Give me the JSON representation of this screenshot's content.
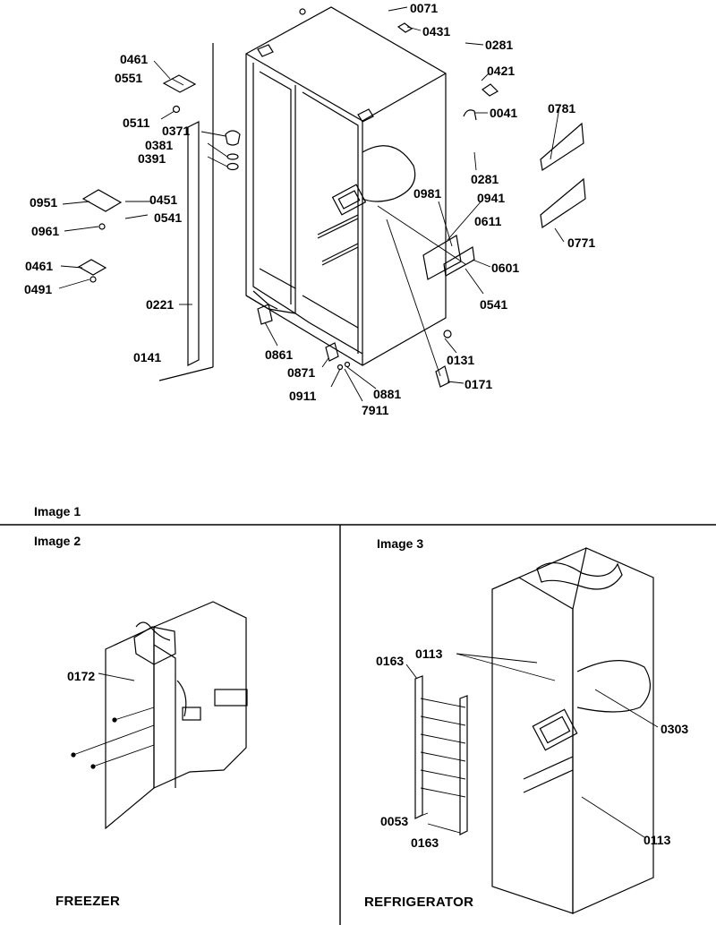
{
  "image1": {
    "caption": "Image 1",
    "parts": [
      "0071",
      "0431",
      "0281",
      "0461",
      "0551",
      "0421",
      "0041",
      "0511",
      "0371",
      "0781",
      "0381",
      "0391",
      "0281",
      "0951",
      "0451",
      "0981",
      "0941",
      "0541",
      "0611",
      "0961",
      "0771",
      "0461",
      "0601",
      "0491",
      "0541",
      "0221",
      "0861",
      "0131",
      "0141",
      "0871",
      "0911",
      "0881",
      "0171",
      "7911"
    ]
  },
  "image2": {
    "caption": "Image 2",
    "section_title": "FREEZER",
    "parts": [
      "0172"
    ]
  },
  "image3": {
    "caption": "Image 3",
    "section_title": "REFRIGERATOR",
    "parts": [
      "0163",
      "0113",
      "0303",
      "0053",
      "0163",
      "0113"
    ]
  },
  "colors": {
    "line": "#000000",
    "background": "#ffffff"
  }
}
